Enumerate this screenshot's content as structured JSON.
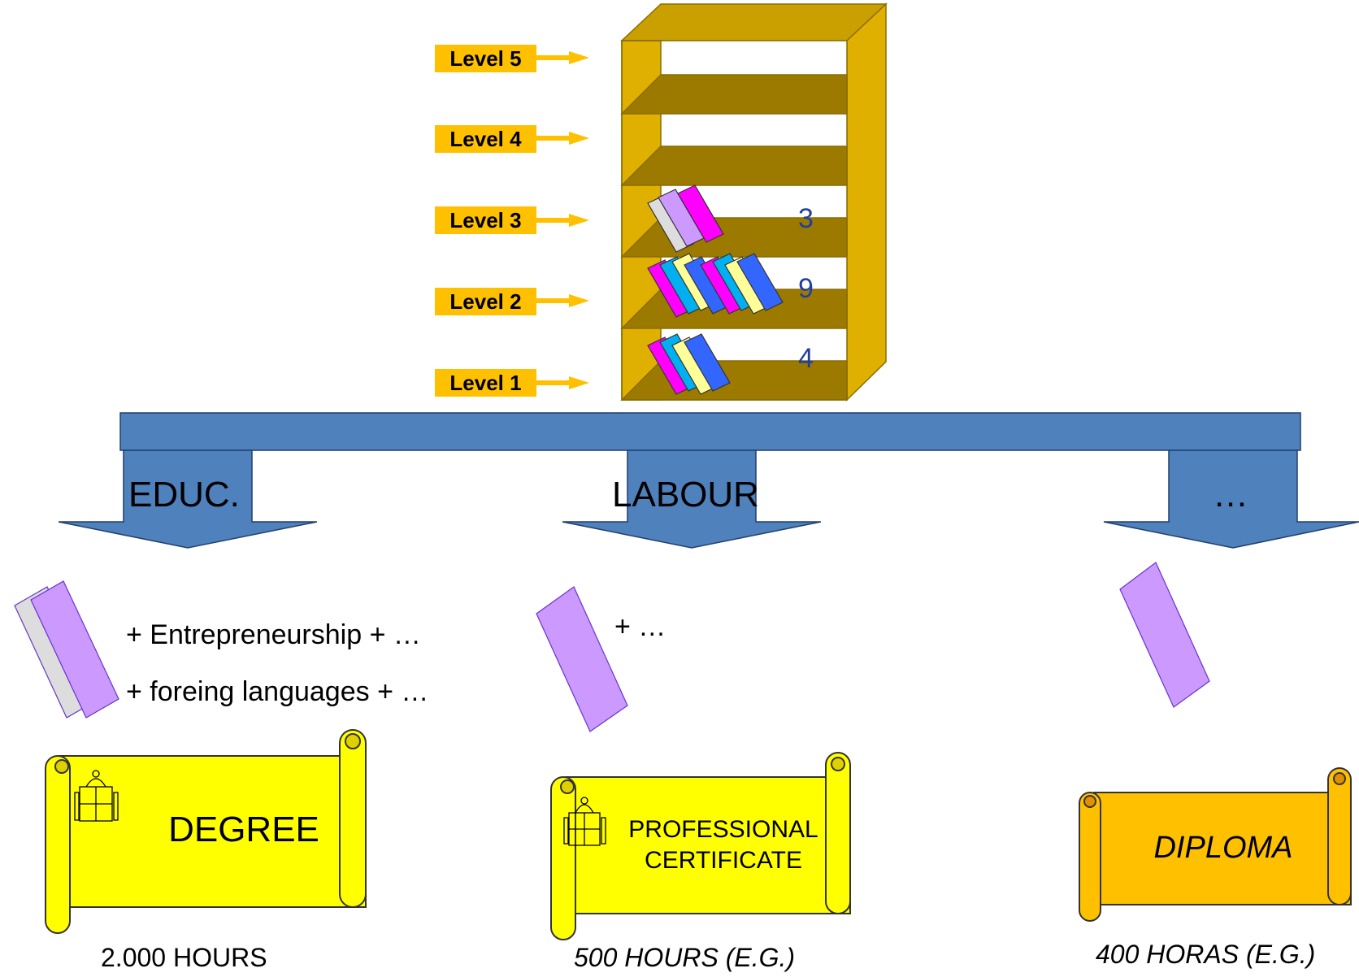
{
  "levels": [
    "Level 5",
    "Level 4",
    "Level 3",
    "Level 2",
    "Level 1"
  ],
  "shelf_counts": {
    "level3": "3",
    "level2": "9",
    "level1": "4"
  },
  "branches": [
    "EDUC.",
    "LABOUR",
    "…"
  ],
  "educ_extras": [
    "+ Entrepreneurship + …",
    "+ foreing languages + …"
  ],
  "labour_extras": "+ …",
  "certificates": {
    "degree": "DEGREE",
    "professional_line1": "PROFESSIONAL",
    "professional_line2": "CERTIFICATE",
    "diploma": "DIPLOMA"
  },
  "hours": {
    "degree": "2.000 HOURS",
    "professional": "500 HOURS (E.G.)",
    "diploma": "400 HORAS (E.G.)"
  },
  "colors": {
    "shelf": "#e0b000",
    "shelf_dark": "#9c7a00",
    "bar": "#4f81bd",
    "level_tag": "#ffc000",
    "scroll_yellow": "#ffff00",
    "scroll_orange": "#ffc000",
    "book_purple": "#cc99ff",
    "book_gray": "#dddddd"
  }
}
